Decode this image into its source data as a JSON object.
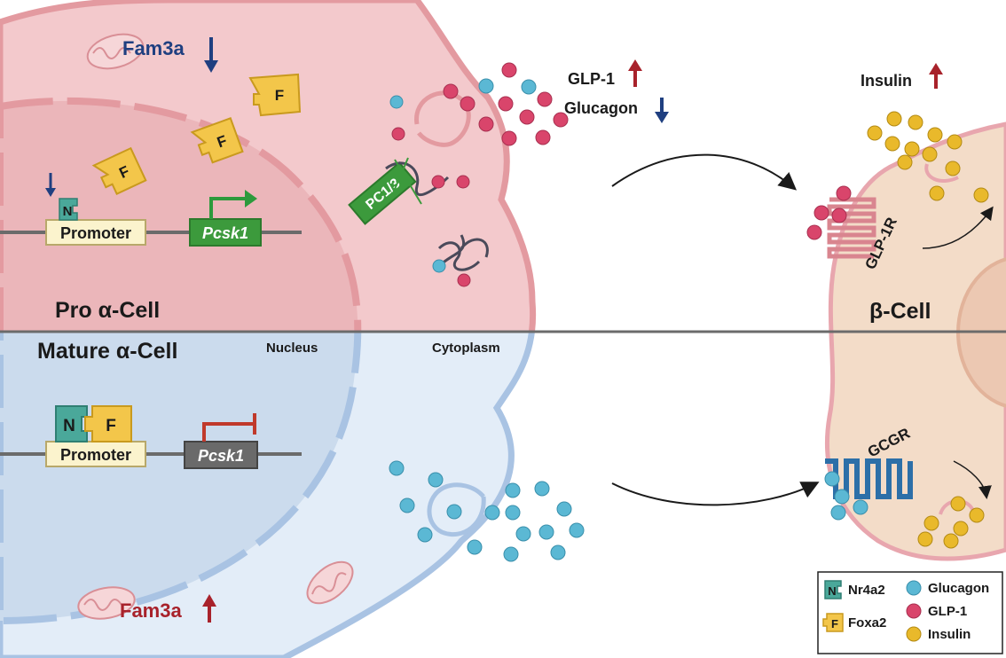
{
  "top": {
    "cell_label": "Pro α-Cell",
    "fam3a": {
      "label": "Fam3a",
      "direction": "down"
    },
    "promoter_label": "Promoter",
    "gene_label": "Pcsk1",
    "pc13_label": "PC1/3",
    "glp1_label": "GLP-1",
    "glp1_direction": "up",
    "glucagon_label": "Glucagon",
    "glucagon_direction": "down"
  },
  "bottom": {
    "cell_label": "Mature α-Cell",
    "nucleus_label": "Nucleus",
    "cytoplasm_label": "Cytoplasm",
    "promoter_label": "Promoter",
    "gene_label": "Pcsk1",
    "fam3a": {
      "label": "Fam3a",
      "direction": "up"
    }
  },
  "beta": {
    "cell_label": "β-Cell",
    "insulin_label": "Insulin",
    "insulin_direction": "up",
    "glp1r_label": "GLP-1R",
    "gcgr_label": "GCGR"
  },
  "tf": {
    "nr4a2_letter": "N",
    "foxa2_letter": "F"
  },
  "legend": {
    "items": [
      {
        "label": "Nr4a2",
        "icon": "nr4a2-icon",
        "color": "#4aa89a"
      },
      {
        "label": "Foxa2",
        "icon": "foxa2-icon",
        "color": "#f3c64a"
      },
      {
        "label": "Glucagon",
        "icon": "glucagon-dot",
        "color": "#5bb8d4"
      },
      {
        "label": "GLP-1",
        "icon": "glp1-dot",
        "color": "#d9456b"
      },
      {
        "label": "Insulin",
        "icon": "insulin-dot",
        "color": "#e9b92b"
      }
    ]
  },
  "colors": {
    "pro_cell": "#f3c9cc",
    "mature_cell": "#dfeaf6",
    "beta_cell": "#f3dcc8",
    "up_arrow": "#a8222b",
    "down_arrow": "#1f3f80",
    "gene_active": "#3c9a3c",
    "gene_inactive": "#6a6a6a"
  }
}
